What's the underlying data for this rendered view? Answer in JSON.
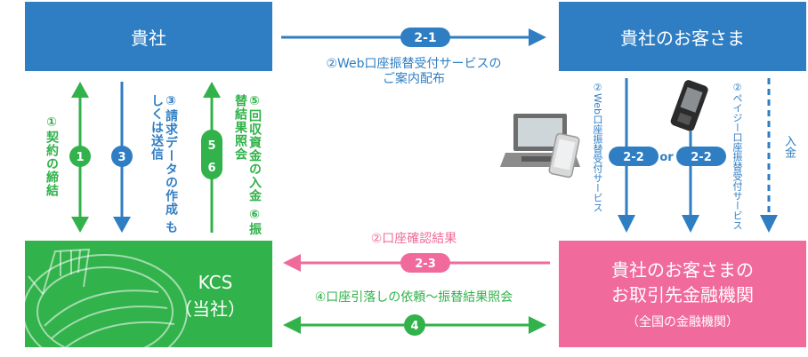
{
  "boxes": {
    "company": "貴社",
    "customer": "貴社のお客さま",
    "kcs_line1": "KCS",
    "kcs_line2": "（当社）",
    "bank_line1": "貴社のお客さまの",
    "bank_line2": "お取引先金融機関",
    "bank_sub": "（全国の金融機関）"
  },
  "flows": {
    "f1": {
      "label": "①契約の締結",
      "badge": "1"
    },
    "f3": {
      "label_line1": "③請求データの作成",
      "label_line2": "もしくは送信",
      "badge": "3"
    },
    "f56": {
      "label_line1": "⑤回収資金の入金",
      "label_line2": "⑥振替結果照会",
      "badge_a": "5",
      "badge_b": "6"
    },
    "f21": {
      "label_line1": "②Web口座振替受付サービスの",
      "label_line2": "ご案内配布",
      "badge": "2-1"
    },
    "f22a": {
      "label": "②Web口座振替受付サービス",
      "badge": "2-2"
    },
    "or": "or",
    "f22b": {
      "label": "②ペイジー口座振替受付サービス",
      "badge": "2-2"
    },
    "deposit": "入金",
    "f23": {
      "label": "②口座確認結果",
      "badge": "2-3"
    },
    "f4": {
      "label": "④口座引落しの依頼～振替結果照会",
      "badge": "4"
    }
  },
  "colors": {
    "blue": "#2f7ec3",
    "green": "#31b24a",
    "pink": "#f06a9b"
  },
  "icons": [
    "laptop-icon",
    "smartphone-icon",
    "feature-phone-icon",
    "stadium-illustration"
  ]
}
